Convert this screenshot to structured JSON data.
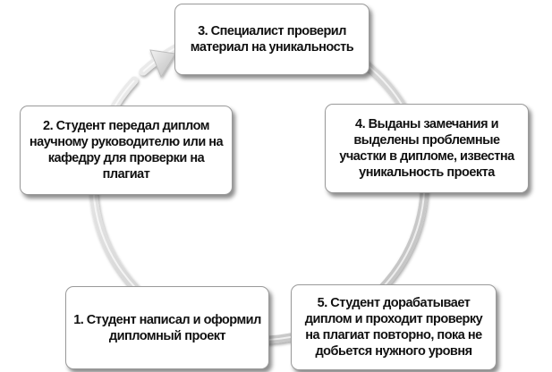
{
  "steps": [
    {
      "number": 1,
      "text": "1. Студент написал и оформил дипломный проект"
    },
    {
      "number": 2,
      "text": "2. Студент передал диплом научному руководителю или на кафедру для проверки на плагиат"
    },
    {
      "number": 3,
      "text": "3. Специалист проверил материал на уникальность"
    },
    {
      "number": 4,
      "text": "4. Выданы замечания и выделены проблемные участки в дипломе, известна уникальность проекта"
    },
    {
      "number": 5,
      "text": "5. Студент дорабатывает диплом и проходит проверку на плагиат повторно, пока не добьется нужного уровня"
    }
  ],
  "colors": {
    "box_background": "#ffffff",
    "box_border": "#9a9a9a",
    "ring": "#d9d9d9",
    "text": "#111111"
  }
}
